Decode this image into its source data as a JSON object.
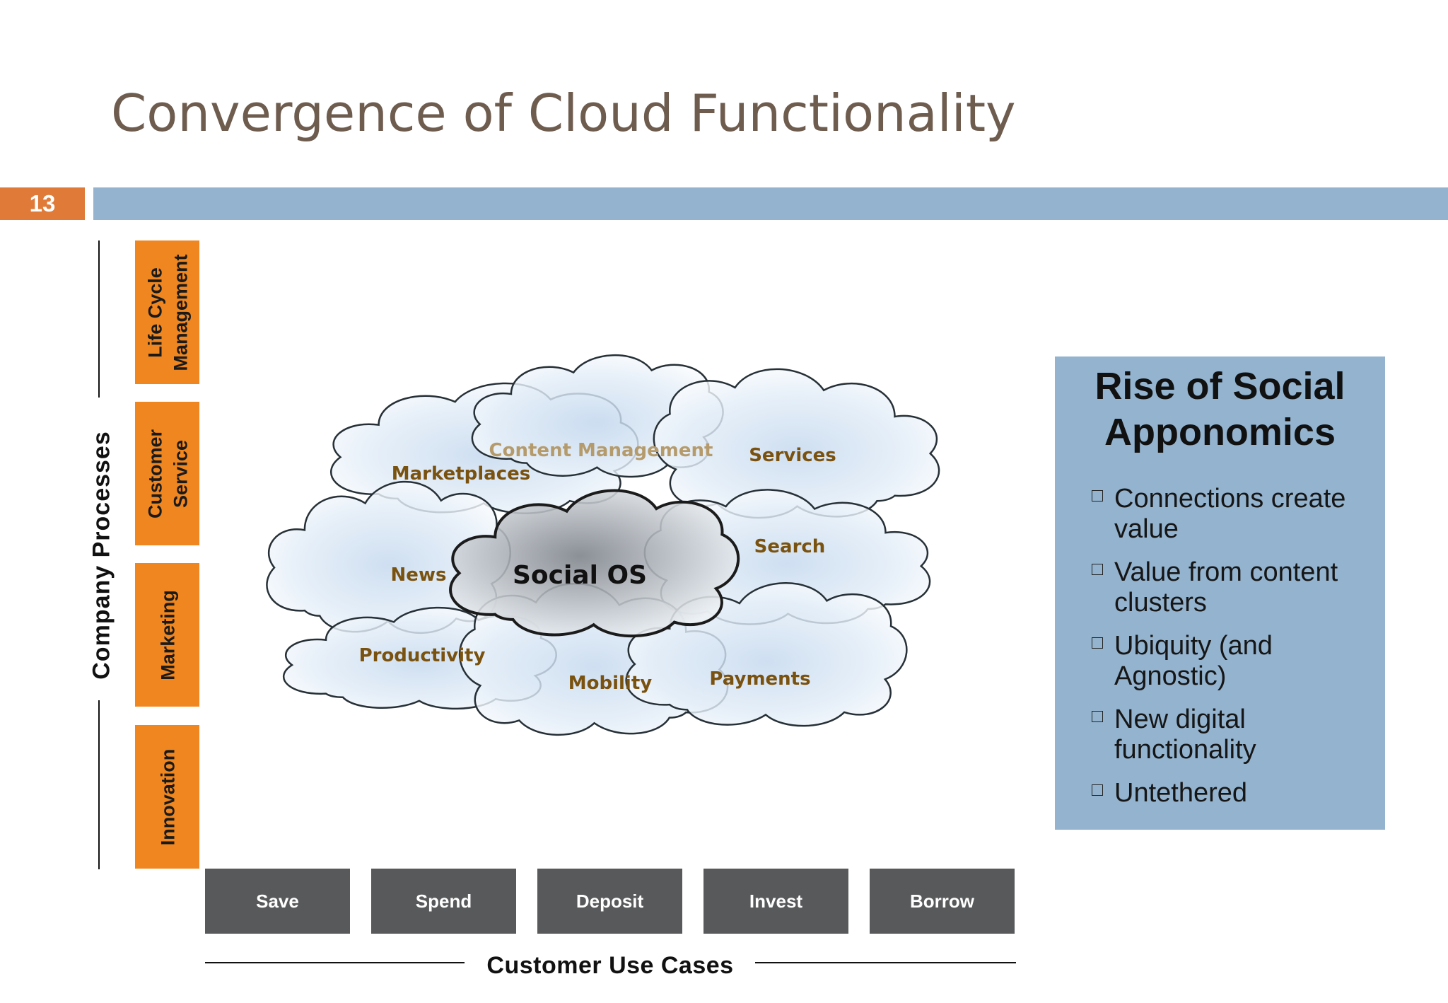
{
  "slide": {
    "title": "Convergence of Cloud Functionality",
    "number": "13"
  },
  "company_processes": {
    "label": "Company Processes",
    "items": [
      {
        "lines": [
          "Life Cycle",
          "Management"
        ]
      },
      {
        "lines": [
          "Customer",
          "Service"
        ]
      },
      {
        "lines": [
          "Marketing"
        ]
      },
      {
        "lines": [
          "Innovation"
        ]
      }
    ]
  },
  "customer_use_cases": {
    "label": "Customer Use Cases",
    "items": [
      "Save",
      "Spend",
      "Deposit",
      "Invest",
      "Borrow"
    ]
  },
  "clouds": {
    "center": "Social OS",
    "content_management": "Content Management",
    "marketplaces": "Marketplaces",
    "services": "Services",
    "search": "Search",
    "news": "News",
    "productivity": "Productivity",
    "mobility": "Mobility",
    "payments": "Payments"
  },
  "panel": {
    "title": "Rise of Social Apponomics",
    "bullet_icon": "hollow-square-icon",
    "bullets": [
      "Connections create value",
      "Value from content clusters",
      "Ubiquity (and Agnostic)",
      "New digital functionality",
      "Untethered"
    ]
  },
  "colors": {
    "title": "#6e5c4f",
    "number_bg": "#e07a38",
    "bar": "#93b3cf",
    "process": "#f0861f",
    "use_case": "#58595b",
    "panel": "#93b3cf",
    "cloud_label": "#7a5210",
    "cloud_label_faded": "#b59b6c",
    "ink": "#111111"
  }
}
